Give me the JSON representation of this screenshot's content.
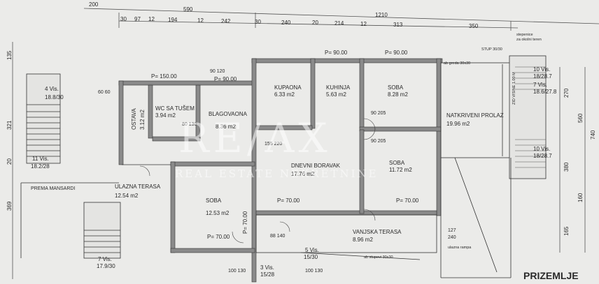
{
  "sheet_title": "PRIZEMLJE",
  "watermark": {
    "brand": "RE/AX",
    "tagline": "REAL ESTATE NEKRETNINE"
  },
  "dims_top_row1": [
    "200",
    "590",
    "1210"
  ],
  "dims_top_row2": [
    "30",
    "97",
    "12",
    "194",
    "12",
    "242",
    "30",
    "240",
    "20",
    "214",
    "12",
    "313",
    "350"
  ],
  "dims_left": [
    "135",
    "321",
    "20",
    "369"
  ],
  "dims_right": [
    "270",
    "560",
    "380",
    "160",
    "165",
    "740"
  ],
  "rooms": [
    {
      "name": "KUPAONA",
      "area": "6.33 m2"
    },
    {
      "name": "KUHINJA",
      "area": "5.63 m2"
    },
    {
      "name": "SOBA",
      "area": "8.28 m2"
    },
    {
      "name": "WC SA TUŠEM",
      "area": "3.94 m2"
    },
    {
      "name": "BLAGOVAONA",
      "area": "8.36 m2"
    },
    {
      "name": "OSTAVA",
      "area": "3.12 m2"
    },
    {
      "name": "NATKRIVENI PROLAZ",
      "area": "19.96 m2"
    },
    {
      "name": "DNEVNI BORAVAK",
      "area": "17.76 m2"
    },
    {
      "name": "SOBA",
      "area": "11.72 m2"
    },
    {
      "name": "ULAZNA TERASA",
      "area": "12.54 m2"
    },
    {
      "name": "SOBA",
      "area": "12.53 m2"
    },
    {
      "name": "VANJSKA TERASA",
      "area": "8.96 m2"
    }
  ],
  "windows": [
    "P= 90.00",
    "P= 90.00",
    "P= 150.00",
    "P= 90.00",
    "P= 70.00",
    "P= 70.00",
    "P= 70.00",
    "P= 70.00"
  ],
  "stairs": [
    {
      "label": "4 Vis.",
      "value": "18.8/30"
    },
    {
      "label": "11 Vis.",
      "value": "18.2/28"
    },
    {
      "label": "7 Vis.",
      "value": "17.9/30"
    },
    {
      "label": "3 Vis.",
      "value": "15/28"
    },
    {
      "label": "5 Vis.",
      "value": "15/30"
    },
    {
      "label": "10 Vis.",
      "value": "18/28.7"
    },
    {
      "label": "7 Vis.",
      "value": "18.6/27.8"
    },
    {
      "label": "10 Vis.",
      "value": "18/28.7"
    }
  ],
  "notes": {
    "stepenice": "stepenice",
    "okolni_teren": "za okolni teren",
    "stup": "STUP 30/30",
    "greda": "ab greda 30x30",
    "zid": "ZID VISINE 1.00 M",
    "prema_mansardi": "PREMA MANSARDI",
    "ulazna_rampa": "ulazna rampa",
    "stupovi": "ab stupovi 30x30"
  },
  "openings": [
    "60 60",
    "90 120",
    "80 130",
    "155 220",
    "90 205",
    "90 205",
    "88 140",
    "127 240",
    "100 130",
    "100 130"
  ],
  "ramp_dims": [
    "127",
    "240"
  ]
}
